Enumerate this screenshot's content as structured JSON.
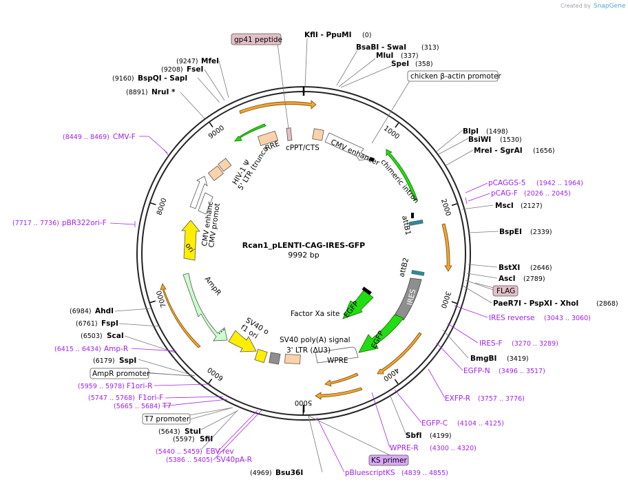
{
  "watermark": {
    "prefix": "Created by",
    "brand": "SnapGene"
  },
  "plasmid": {
    "name": "Rcan1_pLENTI-CAG-IRES-GFP",
    "length": "9992 bp"
  },
  "ticks": [
    "1000",
    "2000",
    "3000",
    "4000",
    "5000",
    "6000",
    "7000",
    "8000",
    "9000"
  ],
  "enzymes": [
    {
      "name": "KflI - PpuMI",
      "pos": "(0)"
    },
    {
      "name": "BsaBI - SwaI",
      "pos": "(313)"
    },
    {
      "name": "MluI",
      "pos": "(337)"
    },
    {
      "name": "SpeI",
      "pos": "(358)"
    },
    {
      "name": "BlpI",
      "pos": "(1498)"
    },
    {
      "name": "BsiWI",
      "pos": "(1530)"
    },
    {
      "name": "MreI - SgrAI",
      "pos": "(1656)"
    },
    {
      "name": "MscI",
      "pos": "(2127)"
    },
    {
      "name": "BspEI",
      "pos": "(2339)"
    },
    {
      "name": "BstXI",
      "pos": "(2646)"
    },
    {
      "name": "AscI",
      "pos": "(2789)"
    },
    {
      "name": "PaeR7I - PspXI - XhoI",
      "pos": "(2868)"
    },
    {
      "name": "BmgBI",
      "pos": "(3419)"
    },
    {
      "name": "SbfI",
      "pos": "(4199)"
    },
    {
      "name": "Bsu36I",
      "pos": "(4969)"
    },
    {
      "name": "SfiI",
      "pos": "(5597)"
    },
    {
      "name": "StuI",
      "pos": "(5643)"
    },
    {
      "name": "SspI",
      "pos": "(6179)"
    },
    {
      "name": "ScaI",
      "pos": "(6503)"
    },
    {
      "name": "FspI",
      "pos": "(6761)"
    },
    {
      "name": "AhdI",
      "pos": "(6984)"
    },
    {
      "name": "NruI *",
      "pos": "(8891)"
    },
    {
      "name": "BspQI - SapI",
      "pos": "(9160)"
    },
    {
      "name": "FseI",
      "pos": "(9208)"
    },
    {
      "name": "MfeI",
      "pos": "(9247)"
    }
  ],
  "primers": [
    {
      "name": "pCAGGS-5",
      "range": "(1942 .. 1964)"
    },
    {
      "name": "pCAG-F",
      "range": "(2026 .. 2045)"
    },
    {
      "name": "IRES reverse",
      "range": "(3043 .. 3060)"
    },
    {
      "name": "IRES-F",
      "range": "(3270 .. 3289)"
    },
    {
      "name": "EGFP-N",
      "range": "(3496 .. 3517)"
    },
    {
      "name": "EXFP-R",
      "range": "(3757 .. 3776)"
    },
    {
      "name": "EGFP-C",
      "range": "(4104 .. 4125)"
    },
    {
      "name": "WPRE-R",
      "range": "(4300 .. 4320)"
    },
    {
      "name": "pBluescriptKS",
      "range": "(4839 .. 4855)"
    },
    {
      "name": "EBV-rev",
      "range": "(5440 .. 5459)"
    },
    {
      "name": "SV40pA-R",
      "range": "(5386 .. 5405)"
    },
    {
      "name": "T7",
      "range": "(5665 .. 5684)"
    },
    {
      "name": "F1ori-F",
      "range": "(5747 .. 5768)"
    },
    {
      "name": "F1ori-R",
      "range": "(5959 .. 5978)"
    },
    {
      "name": "Amp-R",
      "range": "(6415 .. 6434)"
    },
    {
      "name": "pBR322ori-F",
      "range": "(7717 .. 7736)"
    },
    {
      "name": "CMV-F",
      "range": "(8449 .. 8469)"
    }
  ],
  "boxed_labels": [
    "gp41 peptide",
    "chicken β-actin promoter",
    "FLAG",
    "KS primer",
    "AmpR promoter",
    "T7 promoter"
  ],
  "features": {
    "cppt": "cPPT/CTS",
    "rre": "RRE",
    "hiv": "HIV-1 Ψ",
    "ltr5": "5' LTR (truncated)",
    "cmv_enh_top": "CMV enhancer",
    "chimeric": "chimeric intron",
    "attb1": "attB1",
    "attb2": "attB2",
    "ires": "IRES",
    "egfp_outer": "EGFP",
    "egfp_inner": "EGFP",
    "factor_xa": "Factor Xa site",
    "wpre": "WPRE",
    "sv40_polya": "SV40 poly(A) signal",
    "ltr3": "3' LTR (ΔU3)",
    "sv40_ori": "SV40 ori",
    "f1_ori": "f1 ori",
    "ampr": "AmpR",
    "ori": "ori",
    "cmv_enh_left": "CMV enhancer",
    "cmv_prom": "CMV promoter"
  },
  "colors": {
    "ring": "#222222",
    "primer": "#a020f0",
    "orange": "#f0a535",
    "green": "#22dd11",
    "yellow": "#ffee00",
    "peach": "#fdd2a8",
    "grey": "#8e8e8e",
    "pink": "#e3bfc8"
  }
}
